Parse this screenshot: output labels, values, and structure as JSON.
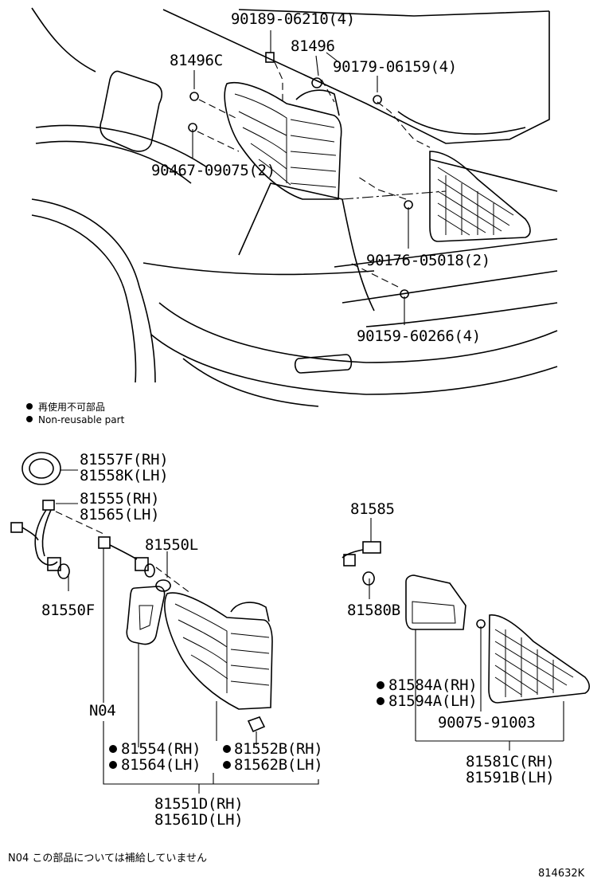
{
  "diagram_id": "814632K",
  "legend": {
    "jp": "再使用不可部品",
    "en": "Non-reusable part"
  },
  "footnote": "N04 この部品については補給していません",
  "labels": {
    "p90189": "90189-06210(4)",
    "p81496": "81496",
    "p81496c": "81496C",
    "p90179": "90179-06159(4)",
    "p90467": "90467-09075(2)",
    "p90176": "90176-05018(2)",
    "p90159": "90159-60266(4)",
    "p81557f": "81557F(RH)",
    "p81558k": "81558K(LH)",
    "p81555": "81555(RH)",
    "p81565": "81565(LH)",
    "p81550l": "81550L",
    "p81550f": "81550F",
    "pN04": "N04",
    "p81554": "81554(RH)",
    "p81564": "81564(LH)",
    "p81552b": "81552B(RH)",
    "p81562b": "81562B(LH)",
    "p81551d": "81551D(RH)",
    "p81561d": "81561D(LH)",
    "p81585": "81585",
    "p81580b": "81580B",
    "p81584a": "81584A(RH)",
    "p81594a": "81594A(LH)",
    "p90075": "90075-91003",
    "p81581c": "81581C(RH)",
    "p81591b": "81591B(LH)"
  }
}
